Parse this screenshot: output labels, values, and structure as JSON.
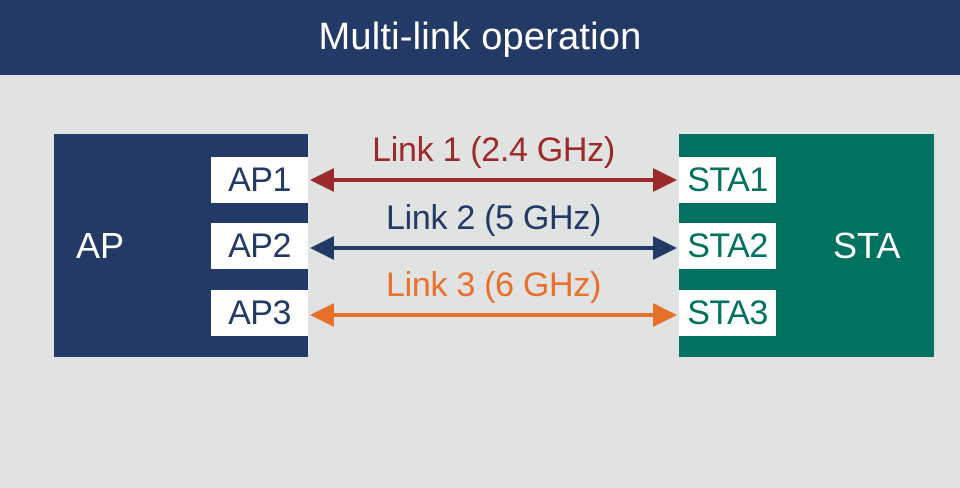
{
  "header": {
    "title": "Multi-link operation"
  },
  "ap": {
    "label": "AP",
    "color": "#233a66",
    "ports": [
      "AP1",
      "AP2",
      "AP3"
    ]
  },
  "sta": {
    "label": "STA",
    "color": "#00725f",
    "ports": [
      "STA1",
      "STA2",
      "STA3"
    ]
  },
  "links": [
    {
      "label": "Link 1 (2.4 GHz)",
      "color": "#9c2a2a"
    },
    {
      "label": "Link 2 (5 GHz)",
      "color": "#233a66"
    },
    {
      "label": "Link 3 (6 GHz)",
      "color": "#e8702a"
    }
  ],
  "colors": {
    "header_background": "#233a66",
    "page_background": "#e1e2e2"
  }
}
